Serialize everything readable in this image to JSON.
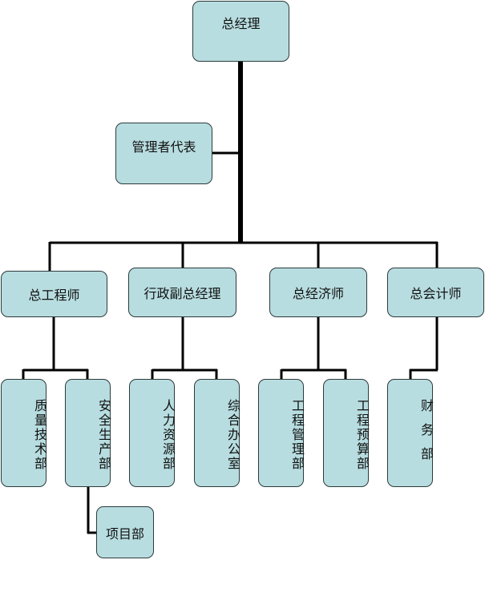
{
  "org_chart": {
    "root": "总经理",
    "management_rep": "管理者代表",
    "level2": [
      "总工程师",
      "行政副总经理",
      "总经济师",
      "总会计师"
    ],
    "level3": [
      "质量技术部",
      "安全生产部",
      "人力资源部",
      "综合办公室",
      "工程管理部",
      "工程预算部",
      "财务部"
    ],
    "level4": "项目部"
  },
  "colors": {
    "box_fill": "#b8dde0",
    "box_border": "#2c3a3c",
    "connector": "#000000"
  }
}
